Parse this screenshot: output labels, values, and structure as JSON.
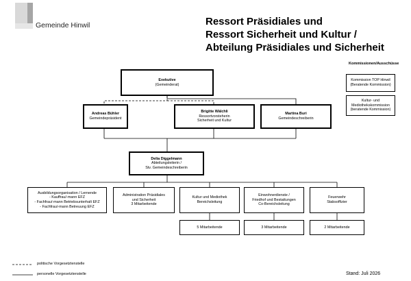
{
  "header": {
    "logo_text": "Gemeinde Hinwil",
    "title_lines": [
      "Ressort Präsidiales und",
      "Ressort Sicherheit und Kultur /",
      "Abteilung Präsidiales und Sicherheit"
    ]
  },
  "kommissionen": {
    "heading": "Kommissionen/Ausschüsse",
    "items": [
      {
        "line1": "Kommission TOP Hinwil",
        "line2": "(Beratende Kommission)"
      },
      {
        "line1": "Kultur- und",
        "line2": "Mediothekskommission",
        "line3": "(beratende Kommission)"
      }
    ]
  },
  "org": {
    "exekutive": {
      "name": "Exekutive",
      "role": "(Gemeinderat)"
    },
    "buehler": {
      "name": "Andreas Bühler",
      "role": "Gemeindepräsident"
    },
    "waelchli": {
      "name": "Brigitte Wälchli",
      "role1": "Ressortvorsteherin",
      "role2": "Sicherheit und Kultur"
    },
    "buri": {
      "name": "Martina Buri",
      "role": "Gemeindeschreiberin"
    },
    "diggelmann": {
      "name": "Delia Diggelmann",
      "role1": "Abteilungsleiterin /",
      "role2": "Stv. Gemeindeschreiberin"
    },
    "units": [
      {
        "lines": [
          "Ausbildungsorganisation / Lernende",
          "- Kauffrau/-mann EFZ",
          "- Fachfrau/-mann Betriebsunterhalt EFZ",
          "- Fachfrau/-mann Betreuung EFZ"
        ]
      },
      {
        "lines": [
          "Administration Präsidiales",
          "und Sicherheit",
          "3 Mitarbeitende"
        ]
      },
      {
        "lines": [
          "Kultur und Mediothek",
          "Bereichsleitung"
        ],
        "staff": "5 Mitarbeitende"
      },
      {
        "lines": [
          "Einwohnerdienste /",
          "Friedhof und Bestattungen",
          "Co-Bereichsleitung"
        ],
        "staff": "3 Mitarbeitende"
      },
      {
        "lines": [
          "Feuerwehr",
          "Stabsoffizier"
        ],
        "staff": "2 Mitarbeitende"
      }
    ]
  },
  "legend": {
    "dashed_label": "politische Vorgesetztenstelle",
    "solid_label": "personelle Vorgesetztenstelle"
  },
  "footer": {
    "stand": "Stand: Juli 2026"
  }
}
